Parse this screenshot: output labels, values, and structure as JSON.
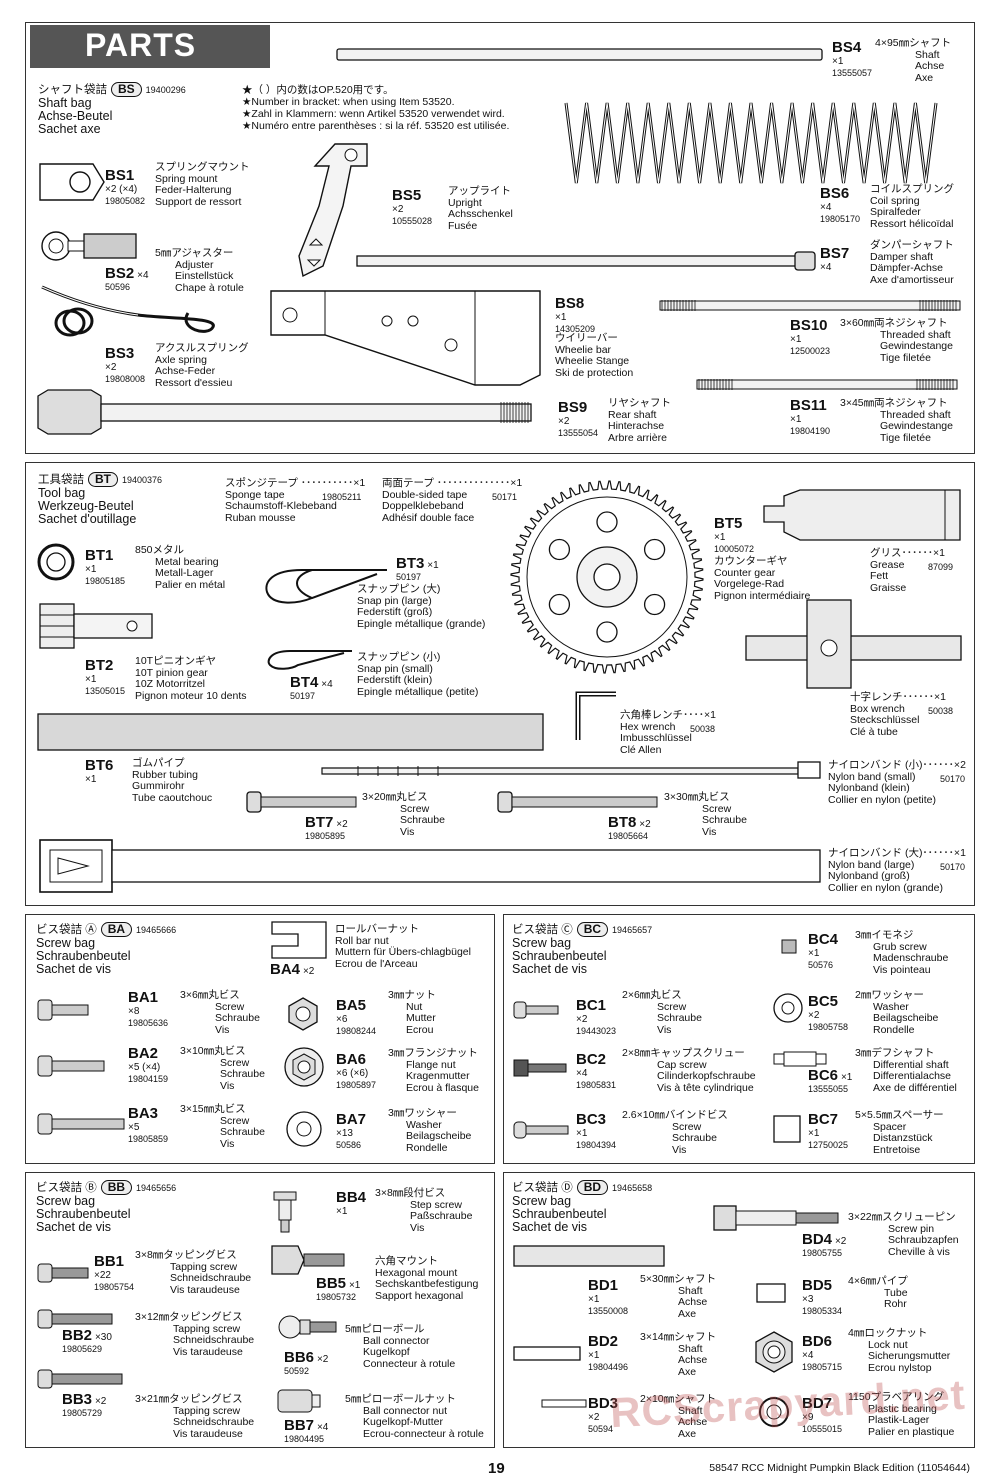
{
  "title": "PARTS",
  "notes": [
    "★（ ）内の数はOP.520用です。",
    "★Number in bracket: when using Item 53520.",
    "★Zahl in Klammern: wenn Artikel 53520 verwendet wird.",
    "★Numéro entre parenthèses : si la réf. 53520 est utilisée."
  ],
  "bags": {
    "bs": {
      "jp": "シャフト袋詰",
      "code": "BS",
      "num": "19400296",
      "en": [
        "Shaft bag",
        "Achse-Beutel",
        "Sachet axe"
      ]
    },
    "bt": {
      "jp": "工具袋詰",
      "code": "BT",
      "num": "19400376",
      "en": [
        "Tool bag",
        "Werkzeug-Beutel",
        "Sachet d'outillage"
      ]
    },
    "ba": {
      "jp": "ビス袋詰 Ⓐ",
      "code": "BA",
      "num": "19465666",
      "en": [
        "Screw bag",
        "Schraubenbeutel",
        "Sachet de vis"
      ]
    },
    "bc": {
      "jp": "ビス袋詰 Ⓒ",
      "code": "BC",
      "num": "19465657",
      "en": [
        "Screw bag",
        "Schraubenbeutel",
        "Sachet de vis"
      ]
    },
    "bb": {
      "jp": "ビス袋詰 Ⓑ",
      "code": "BB",
      "num": "19465656",
      "en": [
        "Screw bag",
        "Schraubenbeutel",
        "Sachet de vis"
      ]
    },
    "bd": {
      "jp": "ビス袋詰 Ⓓ",
      "code": "BD",
      "num": "19465658",
      "en": [
        "Screw bag",
        "Schraubenbeutel",
        "Sachet de vis"
      ]
    }
  },
  "parts": {
    "bs4": {
      "code": "BS4",
      "qty": "×1",
      "pn": "13555057",
      "desc": [
        "4×95㎜シャフト",
        "Shaft",
        "Achse",
        "Axe"
      ]
    },
    "bs1": {
      "code": "BS1",
      "qty": "×2 (×4)",
      "pn": "19805082",
      "desc": [
        "スプリングマウント",
        "Spring mount",
        "Feder-Halterung",
        "Support de ressort"
      ]
    },
    "bs5": {
      "code": "BS5",
      "qty": "×2",
      "pn": "10555028",
      "desc": [
        "アップライト",
        "Upright",
        "Achsschenkel",
        "Fusée"
      ]
    },
    "bs6": {
      "code": "BS6",
      "qty": "×4",
      "pn": "19805170",
      "desc": [
        "コイルスプリング",
        "Coil spring",
        "Spiralfeder",
        "Ressort hélicoïdal"
      ]
    },
    "bs2": {
      "code": "BS2",
      "qty": "×4",
      "pn": "50596",
      "desc": [
        "5㎜アジャスター",
        "Adjuster",
        "Einstellstück",
        "Chape à rotule"
      ]
    },
    "bs7": {
      "code": "BS7",
      "qty": "×4",
      "pn": "",
      "desc": [
        "ダンパーシャフト",
        "Damper shaft",
        "Dämpfer-Achse",
        "Axe d'amortisseur"
      ]
    },
    "bs8": {
      "code": "BS8",
      "qty": "×1",
      "pn": "14305209",
      "desc": [
        "ウイリーバー",
        "Wheelie bar",
        "Wheelie Stange",
        "Ski de protection"
      ]
    },
    "bs10": {
      "code": "BS10",
      "qty": "×1",
      "pn": "12500023",
      "desc": [
        "3×60㎜両ネジシャフト",
        "Threaded shaft",
        "Gewindestange",
        "Tige filetée"
      ]
    },
    "bs3": {
      "code": "BS3",
      "qty": "×2",
      "pn": "19808008",
      "desc": [
        "アクスルスプリング",
        "Axle spring",
        "Achse-Feder",
        "Ressort d'essieu"
      ]
    },
    "bs9": {
      "code": "BS9",
      "qty": "×2",
      "pn": "13555054",
      "desc": [
        "リヤシャフト",
        "Rear shaft",
        "Hinterachse",
        "Arbre arrière"
      ]
    },
    "bs11": {
      "code": "BS11",
      "qty": "×1",
      "pn": "19804190",
      "desc": [
        "3×45㎜両ネジシャフト",
        "Threaded shaft",
        "Gewindestange",
        "Tige filetée"
      ]
    },
    "sponge": {
      "desc": [
        "スポンジテープ ･･････････×1",
        "Sponge tape",
        "Schaumstoff-Klebeband",
        "Ruban mousse"
      ],
      "pn": "19805211"
    },
    "dtape": {
      "desc": [
        "両面テープ ･･････････････×1",
        "Double-sided tape",
        "Doppelklebeband",
        "Adhésif double face"
      ],
      "pn": "50171"
    },
    "bt5": {
      "code": "BT5",
      "qty": "×1",
      "pn": "10005072",
      "desc": [
        "カウンターギヤ",
        "Counter gear",
        "Vorgelege-Rad",
        "Pignon intermédiaire"
      ]
    },
    "grease": {
      "desc": [
        "グリス･･････×1",
        "Grease",
        "Fett",
        "Graisse"
      ],
      "pn": "87099"
    },
    "bt1": {
      "code": "BT1",
      "qty": "×1",
      "pn": "19805185",
      "desc": [
        "850メタル",
        "Metal bearing",
        "Metall-Lager",
        "Palier en métal"
      ]
    },
    "bt3": {
      "code": "BT3",
      "qty": "×1",
      "pn": "50197",
      "desc": [
        "スナップピン (大)",
        "Snap pin (large)",
        "Federstift (groß)",
        "Epingle métallique (grande)"
      ]
    },
    "bt2": {
      "code": "BT2",
      "qty": "×1",
      "pn": "13505015",
      "desc": [
        "10Tピニオンギヤ",
        "10T pinion gear",
        "10Z Motorritzel",
        "Pignon moteur 10 dents"
      ]
    },
    "bt4": {
      "code": "BT4",
      "qty": "×4",
      "pn": "50197",
      "desc": [
        "スナップピン (小)",
        "Snap pin (small)",
        "Federstift (klein)",
        "Epingle métallique (petite)"
      ]
    },
    "boxw": {
      "desc": [
        "十字レンチ･･････×1",
        "Box wrench",
        "Steckschlüssel",
        "Clé à tube"
      ],
      "pn": "50038"
    },
    "hexw": {
      "desc": [
        "六角棒レンチ････×1",
        "Hex wrench",
        "Imbusschlüssel",
        "Clé Allen"
      ],
      "pn": "50038"
    },
    "bt6": {
      "code": "BT6",
      "qty": "×1",
      "pn": "",
      "desc": [
        "ゴムパイプ",
        "Rubber tubing",
        "Gummirohr",
        "Tube caoutchouc"
      ]
    },
    "nbs": {
      "desc": [
        "ナイロンバンド (小)･･････×2",
        "Nylon band (small)",
        "Nylonband (klein)",
        "Collier en nylon (petite)"
      ],
      "pn": "50170"
    },
    "bt7": {
      "code": "BT7",
      "qty": "×2",
      "pn": "19805895",
      "desc": [
        "3×20㎜丸ビス",
        "Screw",
        "Schraube",
        "Vis"
      ]
    },
    "bt8": {
      "code": "BT8",
      "qty": "×2",
      "pn": "19805664",
      "desc": [
        "3×30㎜丸ビス",
        "Screw",
        "Schraube",
        "Vis"
      ]
    },
    "nbl": {
      "desc": [
        "ナイロンバンド (大)･･････×1",
        "Nylon band (large)",
        "Nylonband (groß)",
        "Collier en nylon (grande)"
      ],
      "pn": "50170"
    },
    "ba4": {
      "code": "BA4",
      "qty": "×2",
      "pn": "",
      "desc": [
        "ロールバーナット",
        "Roll bar nut",
        "Muttern für Übers-chlagbügel",
        "Ecrou de l'Arceau"
      ]
    },
    "ba1": {
      "code": "BA1",
      "qty": "×8",
      "pn": "19805636",
      "desc": [
        "3×6㎜丸ビス",
        "Screw",
        "Schraube",
        "Vis"
      ]
    },
    "ba5": {
      "code": "BA5",
      "qty": "×6",
      "pn": "19808244",
      "desc": [
        "3㎜ナット",
        "Nut",
        "Mutter",
        "Ecrou"
      ]
    },
    "ba2": {
      "code": "BA2",
      "qty": "×5 (×4)",
      "pn": "19804159",
      "desc": [
        "3×10㎜丸ビス",
        "Screw",
        "Schraube",
        "Vis"
      ]
    },
    "ba6": {
      "code": "BA6",
      "qty": "×6 (×6)",
      "pn": "19805897",
      "desc": [
        "3㎜フランジナット",
        "Flange nut",
        "Kragenmutter",
        "Ecrou à flasque"
      ]
    },
    "ba3": {
      "code": "BA3",
      "qty": "×5",
      "pn": "19805859",
      "desc": [
        "3×15㎜丸ビス",
        "Screw",
        "Schraube",
        "Vis"
      ]
    },
    "ba7": {
      "code": "BA7",
      "qty": "×13",
      "pn": "50586",
      "desc": [
        "3㎜ワッシャー",
        "Washer",
        "Beilagscheibe",
        "Rondelle"
      ]
    },
    "bc4": {
      "code": "BC4",
      "qty": "×1",
      "pn": "50576",
      "desc": [
        "3㎜イモネジ",
        "Grub screw",
        "Madenschraube",
        "Vis pointeau"
      ]
    },
    "bc1": {
      "code": "BC1",
      "qty": "×2",
      "pn": "19443023",
      "desc": [
        "2×6㎜丸ビス",
        "Screw",
        "Schraube",
        "Vis"
      ]
    },
    "bc5": {
      "code": "BC5",
      "qty": "×2",
      "pn": "19805758",
      "desc": [
        "2㎜ワッシャー",
        "Washer",
        "Beilagscheibe",
        "Rondelle"
      ]
    },
    "bc2": {
      "code": "BC2",
      "qty": "×4",
      "pn": "19805831",
      "desc": [
        "2×8㎜キャップスクリュー",
        "Cap screw",
        "Cilinderkopfschraube",
        "Vis à tête cylindrique"
      ]
    },
    "bc6": {
      "code": "BC6",
      "qty": "×1",
      "pn": "13555055",
      "desc": [
        "3㎜デフシャフト",
        "Differential shaft",
        "Differentialachse",
        "Axe de différentiel"
      ]
    },
    "bc3": {
      "code": "BC3",
      "qty": "×1",
      "pn": "19804394",
      "desc": [
        "2.6×10㎜バインドビス",
        "Screw",
        "Schraube",
        "Vis"
      ]
    },
    "bc7": {
      "code": "BC7",
      "qty": "×1",
      "pn": "12750025",
      "desc": [
        "5×5.5㎜スペーサー",
        "Spacer",
        "Distanzstück",
        "Entretoise"
      ]
    },
    "bb4": {
      "code": "BB4",
      "qty": "×1",
      "pn": "",
      "desc": [
        "3×8㎜段付ビス",
        "Step screw",
        "Paßschraube",
        "Vis"
      ]
    },
    "bb1": {
      "code": "BB1",
      "qty": "×22",
      "pn": "19805754",
      "desc": [
        "3×8㎜タッピングビス",
        "Tapping screw",
        "Schneidschraube",
        "Vis taraudeuse"
      ]
    },
    "bb5": {
      "code": "BB5",
      "qty": "×1",
      "pn": "19805732",
      "desc": [
        "六角マウント",
        "Hexagonal mount",
        "Sechskantbefestigung",
        "Sapport hexagonal"
      ]
    },
    "bb2": {
      "code": "BB2",
      "qty": "×30",
      "pn": "19805629",
      "desc": [
        "3×12㎜タッピングビス",
        "Tapping screw",
        "Schneidschraube",
        "Vis taraudeuse"
      ]
    },
    "bb6": {
      "code": "BB6",
      "qty": "×2",
      "pn": "50592",
      "desc": [
        "5㎜ピローボール",
        "Ball connector",
        "Kugelkopf",
        "Connecteur à rotule"
      ]
    },
    "bb3": {
      "code": "BB3",
      "qty": "×2",
      "pn": "19805729",
      "desc": [
        "3×21㎜タッピングビス",
        "Tapping screw",
        "Schneidschraube",
        "Vis taraudeuse"
      ]
    },
    "bb7": {
      "code": "BB7",
      "qty": "×4",
      "pn": "19804495",
      "desc": [
        "5㎜ピローボールナット",
        "Ball connector nut",
        "Kugelkopf-Mutter",
        "Ecrou-connecteur à rotule"
      ]
    },
    "bd4": {
      "code": "BD4",
      "qty": "×2",
      "pn": "19805755",
      "desc": [
        "3×22㎜スクリューピン",
        "Screw pin",
        "Schraubzapfen",
        "Cheville à vis"
      ]
    },
    "bd1": {
      "code": "BD1",
      "qty": "×1",
      "pn": "13550008",
      "desc": [
        "5×30㎜シャフト",
        "Shaft",
        "Achse",
        "Axe"
      ]
    },
    "bd5": {
      "code": "BD5",
      "qty": "×3",
      "pn": "19805334",
      "desc": [
        "4×6㎜パイプ",
        "Tube",
        "Rohr",
        ""
      ]
    },
    "bd2": {
      "code": "BD2",
      "qty": "×1",
      "pn": "19804496",
      "desc": [
        "3×14㎜シャフト",
        "Shaft",
        "Achse",
        "Axe"
      ]
    },
    "bd6": {
      "code": "BD6",
      "qty": "×4",
      "pn": "19805715",
      "desc": [
        "4㎜ロックナット",
        "Lock nut",
        "Sicherungsmutter",
        "Ecrou nylstop"
      ]
    },
    "bd3": {
      "code": "BD3",
      "qty": "×2",
      "pn": "50594",
      "desc": [
        "2×10㎜シャフト",
        "Shaft",
        "Achse",
        "Axe"
      ]
    },
    "bd7": {
      "code": "BD7",
      "qty": "×9",
      "pn": "10555015",
      "desc": [
        "1150プラベアリング",
        "Plastic bearing",
        "Plastik-Lager",
        "Palier en plastique"
      ]
    }
  },
  "footer": {
    "page": "19",
    "model": "58547  RCC Midnight Pumpkin Black Edition (11054644)"
  },
  "watermark": "RCScrapyard.net"
}
